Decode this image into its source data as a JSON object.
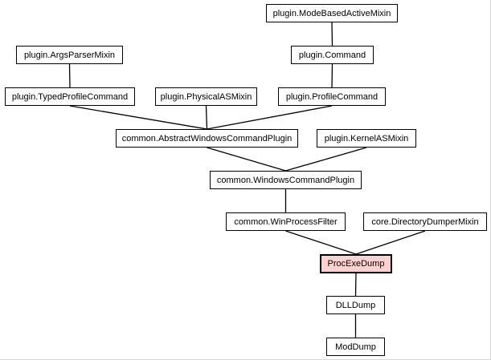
{
  "diagram": {
    "colors": {
      "background": "#ffffff",
      "node_fill": "#ffffff",
      "focus_fill": "#ffd0d0",
      "border": "#000000",
      "text": "#000000"
    },
    "focus_node": "ProcExeDump",
    "nodes": {
      "mode_based_active_mixin": "plugin.ModeBasedActiveMixin",
      "args_parser_mixin": "plugin.ArgsParserMixin",
      "command": "plugin.Command",
      "typed_profile_command": "plugin.TypedProfileCommand",
      "physical_as_mixin": "plugin.PhysicalASMixin",
      "profile_command": "plugin.ProfileCommand",
      "abstract_windows_command_plugin": "common.AbstractWindowsCommandPlugin",
      "kernel_as_mixin": "plugin.KernelASMixin",
      "windows_command_plugin": "common.WindowsCommandPlugin",
      "win_process_filter": "common.WinProcessFilter",
      "directory_dumper_mixin": "core.DirectoryDumperMixin",
      "proc_exe_dump": "ProcExeDump",
      "dll_dump": "DLLDump",
      "mod_dump": "ModDump"
    },
    "edges": [
      [
        "plugin.ModeBasedActiveMixin",
        "plugin.Command"
      ],
      [
        "plugin.Command",
        "plugin.ProfileCommand"
      ],
      [
        "plugin.ArgsParserMixin",
        "plugin.TypedProfileCommand"
      ],
      [
        "plugin.TypedProfileCommand",
        "common.AbstractWindowsCommandPlugin"
      ],
      [
        "plugin.PhysicalASMixin",
        "common.AbstractWindowsCommandPlugin"
      ],
      [
        "plugin.ProfileCommand",
        "common.AbstractWindowsCommandPlugin"
      ],
      [
        "common.AbstractWindowsCommandPlugin",
        "common.WindowsCommandPlugin"
      ],
      [
        "plugin.KernelASMixin",
        "common.WindowsCommandPlugin"
      ],
      [
        "common.WindowsCommandPlugin",
        "common.WinProcessFilter"
      ],
      [
        "common.WinProcessFilter",
        "ProcExeDump"
      ],
      [
        "core.DirectoryDumperMixin",
        "ProcExeDump"
      ],
      [
        "ProcExeDump",
        "DLLDump"
      ],
      [
        "DLLDump",
        "ModDump"
      ]
    ]
  }
}
